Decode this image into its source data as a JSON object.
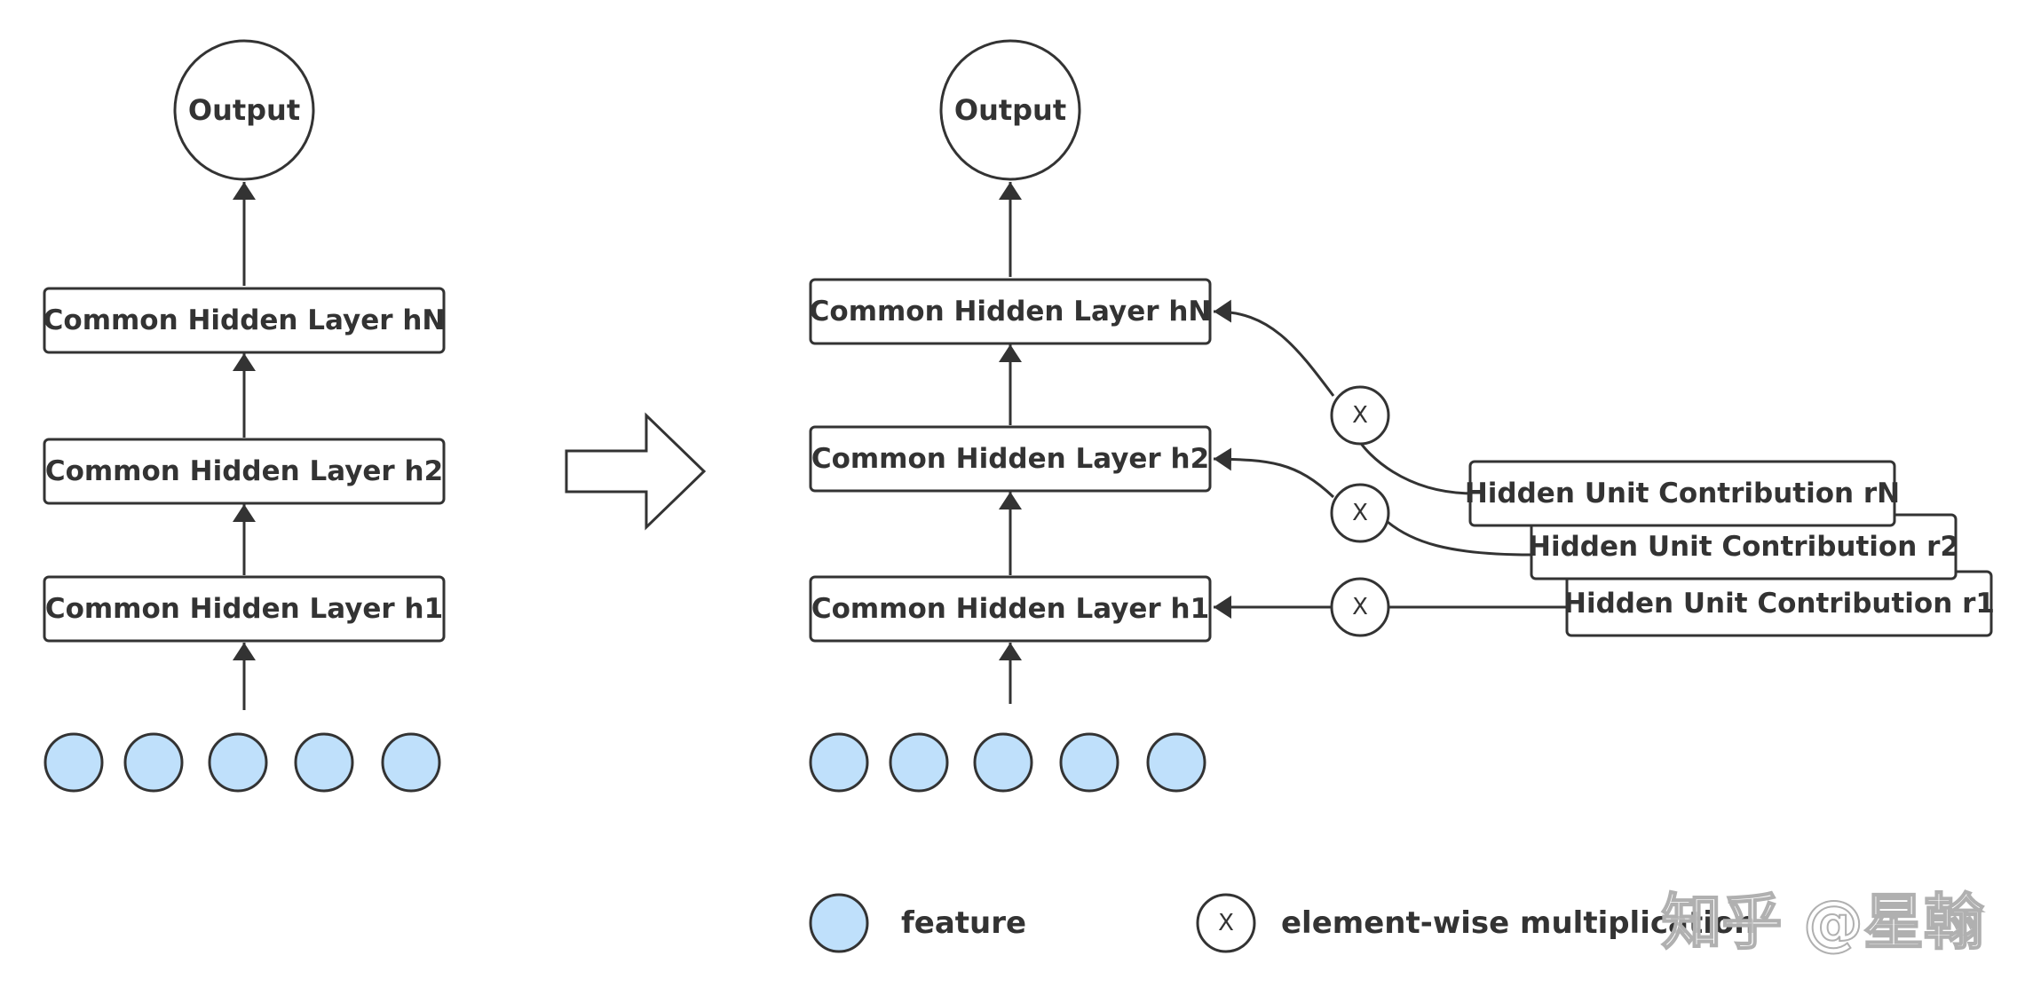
{
  "colors": {
    "stroke": "#333333",
    "feature_fill": "#bfe0fb",
    "text": "#333333"
  },
  "left": {
    "output_label": "Output",
    "layers": [
      "Common Hidden Layer hN",
      "Common Hidden Layer h2",
      "Common Hidden Layer h1"
    ]
  },
  "right": {
    "output_label": "Output",
    "layers": [
      "Common Hidden Layer hN",
      "Common Hidden Layer h2",
      "Common Hidden Layer h1"
    ],
    "contributions": [
      "Hidden Unit Contribution rN",
      "Hidden Unit Contribution r2",
      "Hidden Unit Contribution r1"
    ],
    "multiply_symbol": "X"
  },
  "legend": {
    "feature_label": "feature",
    "multiply_symbol": "X",
    "multiply_label": "element-wise multiplication"
  },
  "watermark": "知乎 @星翰"
}
